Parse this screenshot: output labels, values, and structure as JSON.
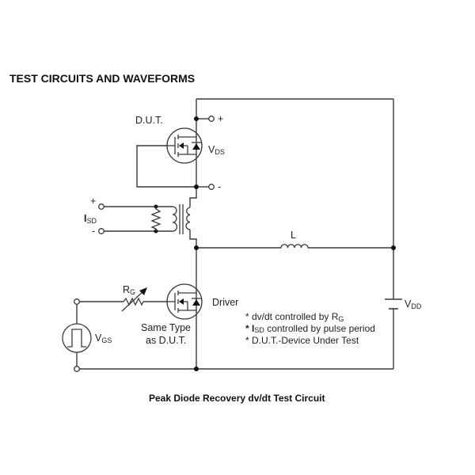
{
  "page": {
    "title": "TEST CIRCUITS AND WAVEFORMS",
    "caption": "Peak Diode Recovery dv/dt Test Circuit"
  },
  "components": {
    "dut": {
      "label": "D.U.T.",
      "vds_main": "V",
      "vds_sub": "DS",
      "plus": "+",
      "minus": "-"
    },
    "isd_source": {
      "label_main": "I",
      "label_sub": "SD",
      "plus": "+",
      "minus": "-"
    },
    "inductor": {
      "label": "L"
    },
    "driver": {
      "label": "Driver",
      "note_line1": "Same Type",
      "note_line2": "as D.U.T."
    },
    "gate_resistor": {
      "label_main": "R",
      "label_sub": "G"
    },
    "gate_source": {
      "label_main": "V",
      "label_sub": "GS"
    },
    "supply": {
      "label_main": "V",
      "label_sub": "DD"
    }
  },
  "notes": [
    {
      "prefix": "* dv/dt controlled by R",
      "sub": "G",
      "suffix": ""
    },
    {
      "prefix": "* I",
      "sub": "SD",
      "suffix": " controlled by pulse period"
    },
    {
      "prefix": "* D.U.T.-Device Under Test",
      "sub": "",
      "suffix": ""
    }
  ]
}
